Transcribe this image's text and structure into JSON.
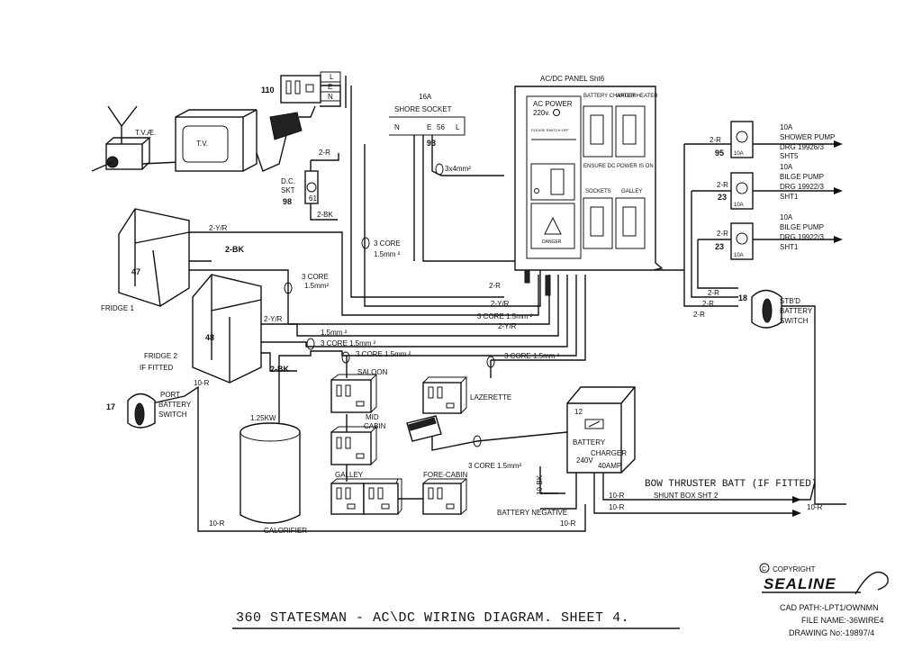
{
  "title": "360 STATESMAN - AC\\DC WIRING DIAGRAM. SHEET 4.",
  "titleblock": {
    "copyright": "COPYRIGHT",
    "logo": "SEALINE",
    "cad_path": "CAD PATH:-LPT1/OWNMN",
    "file_name": "FILE NAME:-36WIRE4",
    "drawing_no": "DRAWING No:-19897/4"
  },
  "panel": {
    "title": "AC/DC PANEL Sht6",
    "ac_power": "AC POWER",
    "v220": "220v.",
    "battery_charger": "BATTERY CHARGER",
    "water_heater": "WATER HEATER",
    "ensure_dc": "ENSURE DC POWER IS ON",
    "sockets": "SOCKETS",
    "galley": "GALLEY",
    "small1": "PLEASE SWITCH OFF",
    "small2": "DANGER"
  },
  "shore": {
    "rating": "16A",
    "label": "SHORE SOCKET",
    "pins": [
      "N",
      "E",
      "56",
      "L"
    ],
    "ref": "93",
    "cable": "3x4mm²"
  },
  "tv_ae": "T.V.Æ.",
  "tv": "T.V.",
  "socket110": {
    "ref": "110",
    "pins": [
      "L",
      "E",
      "N"
    ]
  },
  "dc_skt": {
    "label": "D.C.",
    "label2": "SKT",
    "ref": "98",
    "num": "61",
    "wire_top": "2-R",
    "wire_bk": "2-BK"
  },
  "fridge1": {
    "num": "47",
    "label": "FRIDGE 1",
    "wire_yr": "2-Y/R",
    "wire_bk": "2-BK"
  },
  "fridge2": {
    "num": "48",
    "label": "FRIDGE 2",
    "label2": "IF FITTED",
    "wire_yr": "2-Y/R",
    "wire_bk": "2-BK"
  },
  "cables": {
    "c1": "3 CORE",
    "c1b": "1.5mm ²",
    "c2": "3 CORE",
    "c2b": "1.5mm²",
    "c3": "2-R",
    "c4": "2-Y/R",
    "c5": "3 CORE 1.5mm ²",
    "c6": "2-Y/R",
    "c7": "1.5mm ²",
    "c8": "3 CORE 1.5mm ²",
    "c9": "3 CORE 1.5mm ²",
    "c10": "3 CORE 1.5mm ²",
    "c11": "3 CORE 1.5mm²"
  },
  "calorifier": {
    "kw": "1.25KW",
    "label": "CALORIFIER"
  },
  "port_switch": {
    "num": "17",
    "l1": "PORT",
    "l2": "BATTERY",
    "l3": "SWITCH",
    "wire": "10-R"
  },
  "sockets": {
    "saloon": "SALOON",
    "mid_cabin": "MID",
    "mid_cabin2": "CABIN",
    "galley": "GALLEY",
    "fore_cabin": "FORE-CABIN",
    "lazerette": "LAZERETTE"
  },
  "charger": {
    "num": "12",
    "l1": "BATTERY",
    "l2": "CHARGER",
    "l3": "240V",
    "l4": "40AMP"
  },
  "battery": {
    "neg": "BATTERY  NEGATIVE",
    "bk": "10-BK",
    "r_bottom": "10-R"
  },
  "bow": {
    "label": "BOW THRUSTER BATT (IF FITTED)",
    "shunt": "SHUNT BOX SHT 2",
    "w1": "10-R",
    "w2": "10-R",
    "w3": "10-R"
  },
  "breakers": [
    {
      "amps": "10A",
      "l1": "SHOWER PUMP",
      "l2": "DRG 19926/3",
      "l3": "SHT5",
      "wire": "2-R",
      "ref": "95",
      "rating": "10A"
    },
    {
      "amps": "10A",
      "l1": "BILGE PUMP",
      "l2": "DRG 19922/3",
      "l3": "SHT1",
      "wire": "2-R",
      "ref": "23",
      "rating": "10A"
    },
    {
      "amps": "10A",
      "l1": "BILGE PUMP",
      "l2": "DRG 19922/3",
      "l3": "SHT1",
      "wire": "2-R",
      "ref": "23",
      "rating": "10A"
    }
  ],
  "stbd": {
    "num": "18",
    "l1": "STB'D",
    "l2": "BATTERY",
    "l3": "SWITCH",
    "w1": "2-R",
    "w2": "2-R",
    "w3": "2-R"
  }
}
